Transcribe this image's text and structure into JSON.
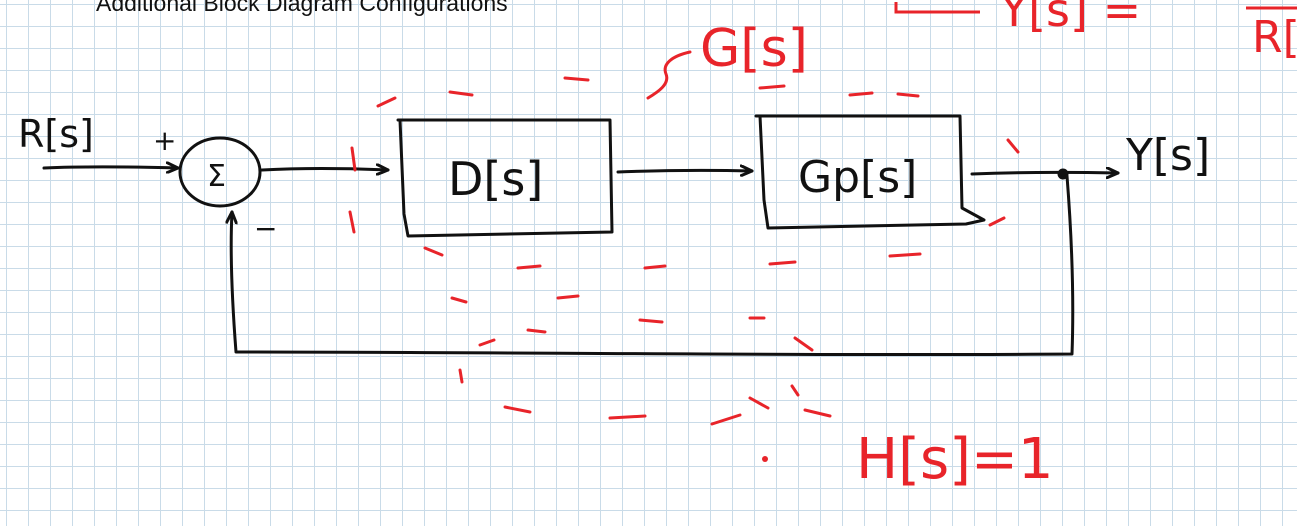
{
  "page": {
    "title": "Additional Block Diagram Configurations"
  },
  "diagram": {
    "input_label": "R[s]",
    "output_label": "Y[s]",
    "summing_symbol": "Σ",
    "plus_sign": "+",
    "minus_sign": "−",
    "controller_label": "D[s]",
    "plant_label": "Gp[s]",
    "forward_group_label": "G[s]",
    "feedback_label": "H[s]=1",
    "top_right_fragment": "Y[s] = ",
    "top_right_denominator": "R["
  },
  "colors": {
    "ink": "#111111",
    "annotation": "#e8242a",
    "grid": "#c9dbe8"
  }
}
